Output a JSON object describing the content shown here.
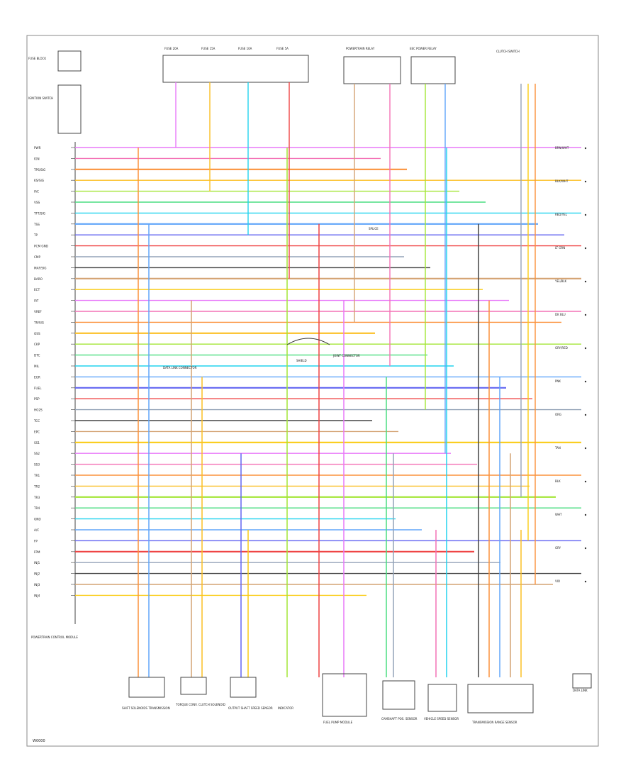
{
  "diagram": {
    "figure_code": "W0000",
    "pcm_block_label": "POWERTRAIN CONTROL MODULE",
    "left_pins": [
      "PWR",
      "IGN",
      "TPS/SIG",
      "KS/SIG",
      "IAC",
      "VSS",
      "TFT/SIG",
      "TSS",
      "TP",
      "PCM GND",
      "CMP",
      "MAF/SIG",
      "BARO",
      "ECT",
      "IAT",
      "VREF",
      "TR/SIG",
      "OSS",
      "CKP",
      "DTC",
      "MIL",
      "EGR",
      "FUEL",
      "PSP",
      "HO2S",
      "TCC",
      "EPC",
      "SS1",
      "SS2",
      "SS3",
      "TR1",
      "TR2",
      "TR3",
      "TR4",
      "GND",
      "A/C",
      "FP",
      "FPM",
      "INJ1",
      "INJ2",
      "INJ3",
      "INJ4"
    ],
    "right_labels": [
      "BRN/WHT",
      "BLK/WHT",
      "RED/YEL",
      "LT GRN",
      "YEL/BLK",
      "DK BLU",
      "GRY/RED",
      "PNK",
      "ORG",
      "TAN",
      "BLK",
      "WHT",
      "GRY",
      "VIO"
    ],
    "top_components": [
      {
        "label": "FUSE BLOCK"
      },
      {
        "label": "IGNITION SWITCH"
      },
      {
        "label": "FUSE 20A"
      },
      {
        "label": "FUSE 15A"
      },
      {
        "label": "FUSE 10A"
      },
      {
        "label": "FUSE 5A"
      },
      {
        "label": "POWERTRAIN RELAY"
      },
      {
        "label": "EEC POWER RELAY"
      },
      {
        "label": "CLUTCH SWITCH"
      }
    ],
    "mid_labels": [
      {
        "text": "DATA LINK CONNECTOR"
      },
      {
        "text": "SHIELD"
      },
      {
        "text": "JOINT CONNECTOR"
      },
      {
        "text": "SPLICE"
      }
    ],
    "bottom_components": [
      {
        "label": "SHIFT SOLENOIDS TRANSMISSION"
      },
      {
        "label": "TORQUE CONV. CLUTCH SOLENOID"
      },
      {
        "label": "OUTPUT SHAFT SPEED SENSOR"
      },
      {
        "label": "INDICATOR"
      },
      {
        "label": "FUEL PUMP MODULE"
      },
      {
        "label": "CAMSHAFT POS. SENSOR"
      },
      {
        "label": "VEHICLE SPEED SENSOR"
      },
      {
        "label": "TRANSMISSION RANGE SENSOR"
      },
      {
        "label": "DATA LINK"
      }
    ],
    "wire_colors": [
      "#e879f9",
      "#f472b6",
      "#fb923c",
      "#fbbf24",
      "#a3e635",
      "#4ade80",
      "#22d3ee",
      "#60a5fa",
      "#6366f1",
      "#ef4444",
      "#94a3b8",
      "#444444",
      "#d4a373",
      "#facc15"
    ]
  }
}
